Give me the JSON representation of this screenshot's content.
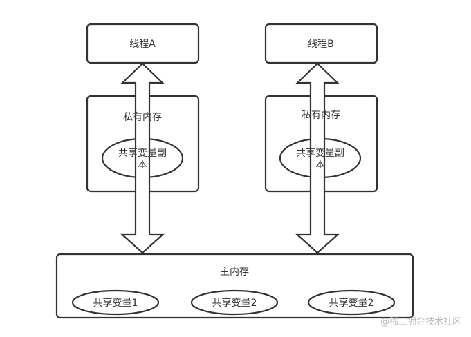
{
  "thread_a": {
    "label": "线程A"
  },
  "thread_b": {
    "label": "线程B"
  },
  "private_a": {
    "label": "私有内存",
    "copy_line1": "共享变量副",
    "copy_line2": "本"
  },
  "private_b": {
    "label": "私有内存",
    "copy_line1": "共享变量副",
    "copy_line2": "本"
  },
  "main_memory": {
    "label": "主内存",
    "variables": [
      "共享变量1",
      "共享变量2",
      "共享变量2"
    ]
  },
  "watermark": "@稀土掘金技术社区"
}
